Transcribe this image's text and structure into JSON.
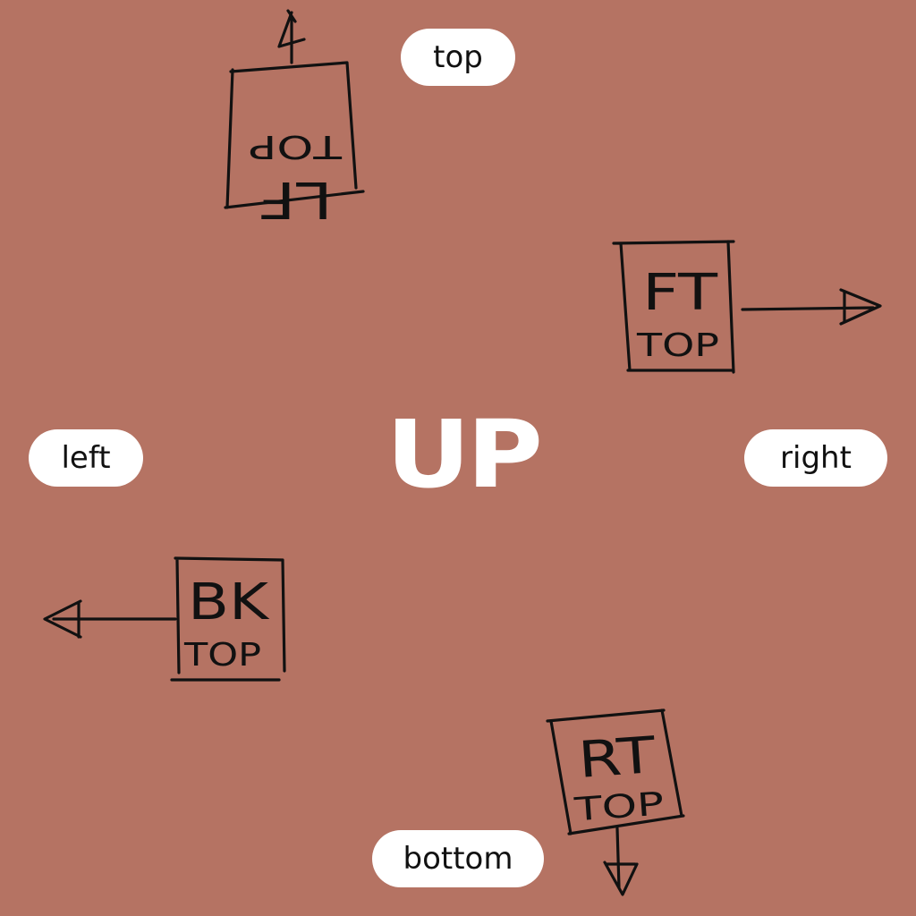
{
  "labels": {
    "top": "top",
    "left": "left",
    "right": "right",
    "bottom": "bottom"
  },
  "center": {
    "text": "UP"
  },
  "cards": {
    "top_card": {
      "title": "LF",
      "subtitle": "TOP"
    },
    "right_card": {
      "title": "FT",
      "subtitle": "TOP"
    },
    "left_card": {
      "title": "BK",
      "subtitle": "TOP"
    },
    "bottom_card": {
      "title": "RT",
      "subtitle": "TOP"
    }
  },
  "colors": {
    "background": "#b57363",
    "pill": "#ffffff",
    "ink": "#111111",
    "center_text": "#ffffff"
  }
}
